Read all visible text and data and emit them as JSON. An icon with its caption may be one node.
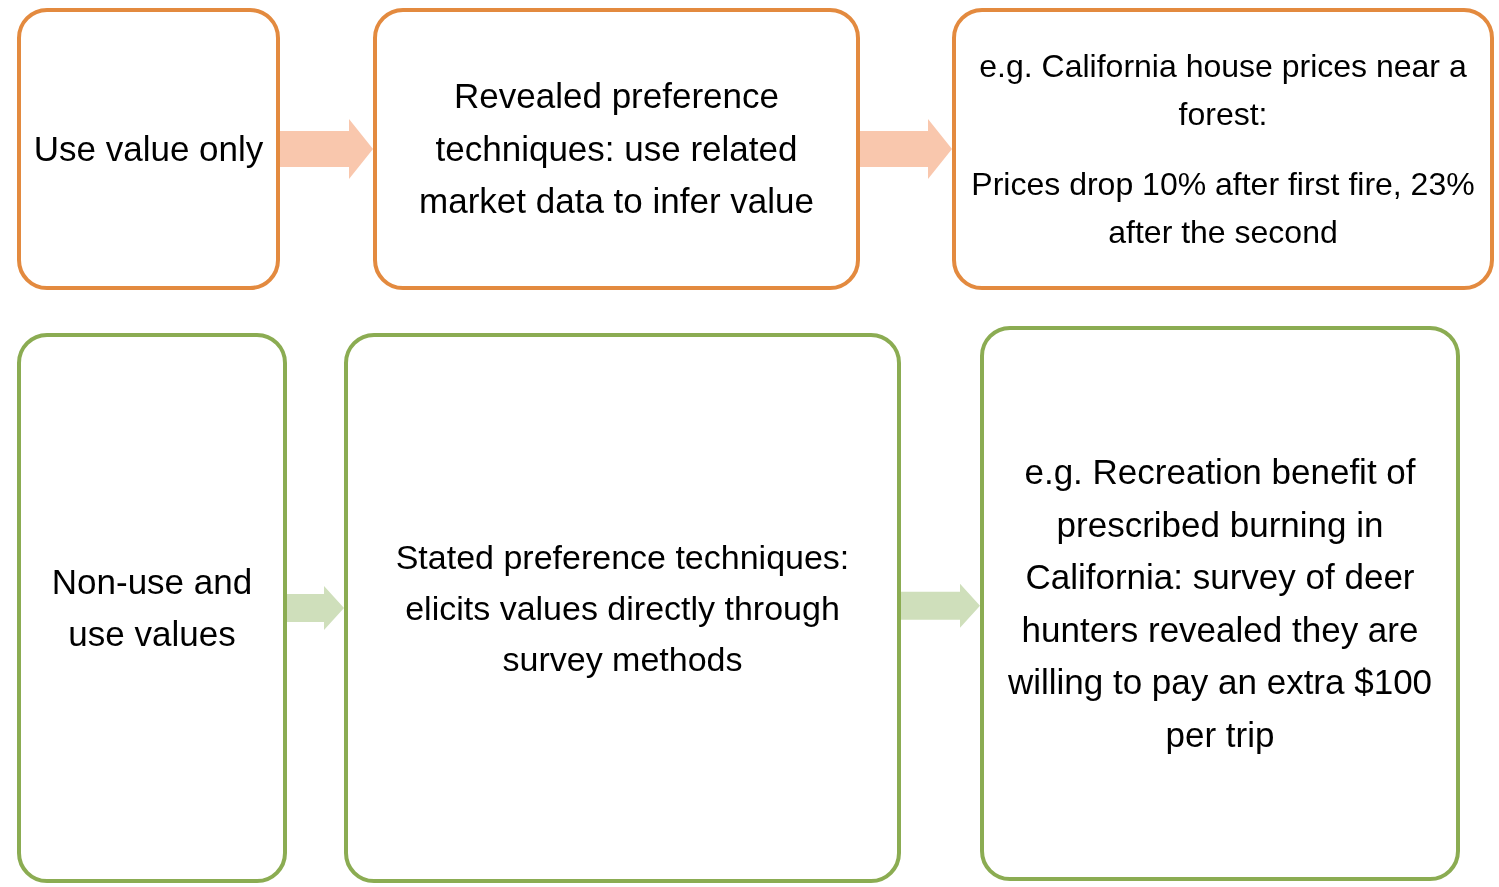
{
  "diagram": {
    "nodes": [
      {
        "text": [
          "Use value only"
        ]
      },
      {
        "text": [
          "Revealed preference techniques: use related market data to infer value"
        ]
      },
      {
        "text": [
          "e.g. California house prices near a forest:",
          "Prices drop 10% after first fire, 23% after the second"
        ]
      },
      {
        "text": [
          "Non-use and use values"
        ]
      },
      {
        "text": [
          "Stated preference techniques: elicits values directly through survey methods"
        ]
      },
      {
        "text": [
          "e.g. Recreation benefit of prescribed burning in California: survey of deer hunters revealed they are willing to pay an extra $100 per trip"
        ]
      }
    ],
    "edges": [
      {
        "from": 0,
        "to": 1,
        "arrow": "to",
        "style": "thick",
        "color": "#f9c7ad"
      },
      {
        "from": 1,
        "to": 2,
        "arrow": "to",
        "style": "thick",
        "color": "#f9c7ad"
      },
      {
        "from": 3,
        "to": 4,
        "arrow": "to",
        "style": "thick",
        "color": "#cfdfbb"
      },
      {
        "from": 4,
        "to": 5,
        "arrow": "to",
        "style": "thick",
        "color": "#cfdfbb"
      }
    ]
  }
}
